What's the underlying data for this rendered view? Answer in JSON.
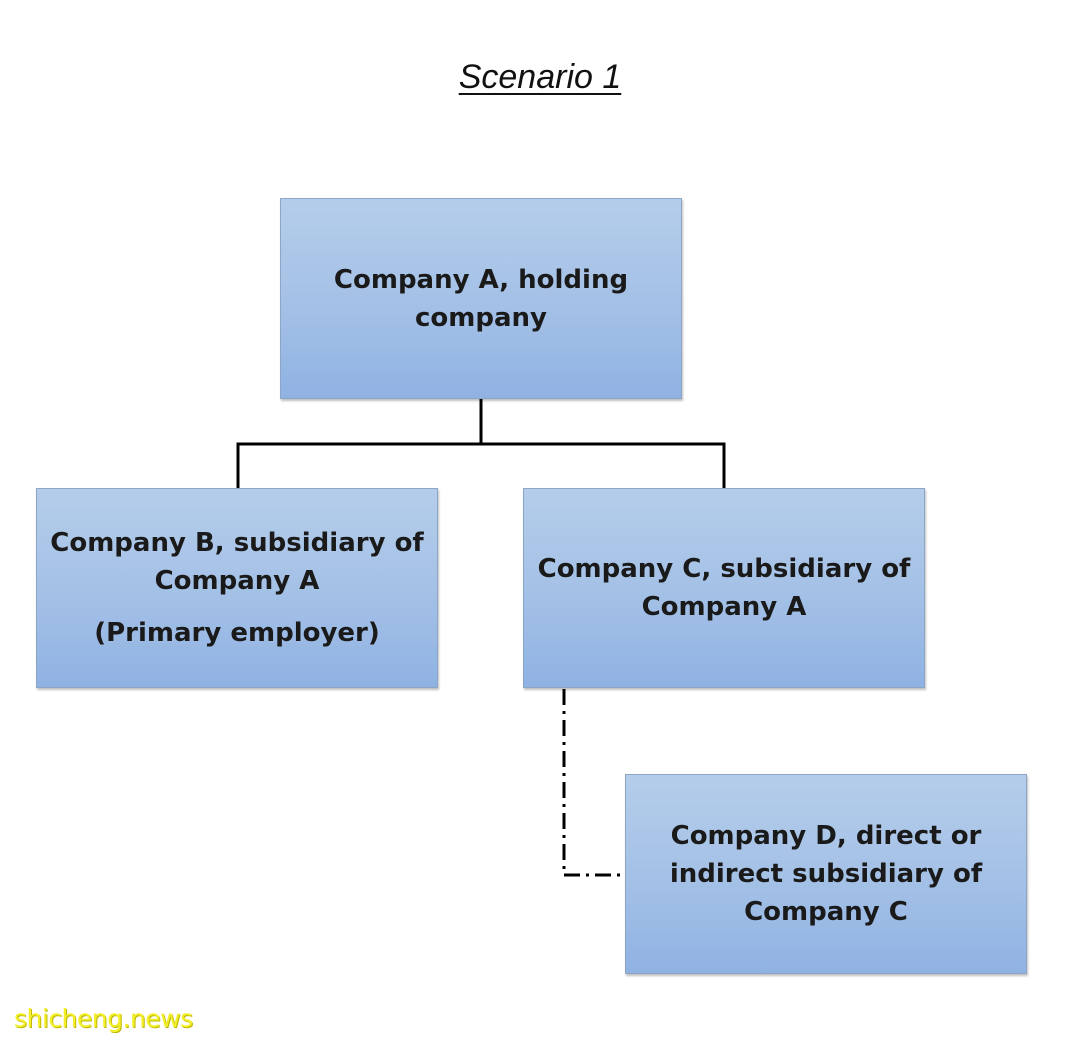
{
  "title": "Scenario 1",
  "nodes": {
    "a": {
      "lines": [
        "Company A, holding",
        "company"
      ]
    },
    "b": {
      "lines": [
        "Company B, subsidiary of",
        "Company A"
      ],
      "note": "(Primary employer)"
    },
    "c": {
      "lines": [
        "Company C, subsidiary of",
        "Company A"
      ]
    },
    "d": {
      "lines": [
        "Company D, direct or",
        "indirect subsidiary of",
        "Company C"
      ]
    }
  },
  "edges": [
    {
      "from": "a",
      "to": "b",
      "style": "solid"
    },
    {
      "from": "a",
      "to": "c",
      "style": "solid"
    },
    {
      "from": "c",
      "to": "d",
      "style": "dash-dot"
    }
  ],
  "colors": {
    "box_fill": "#a3c0e6",
    "box_border": "#8ea6c6",
    "connector": "#000000",
    "watermark": "#f2ee2a"
  },
  "watermark": "shicheng.news"
}
